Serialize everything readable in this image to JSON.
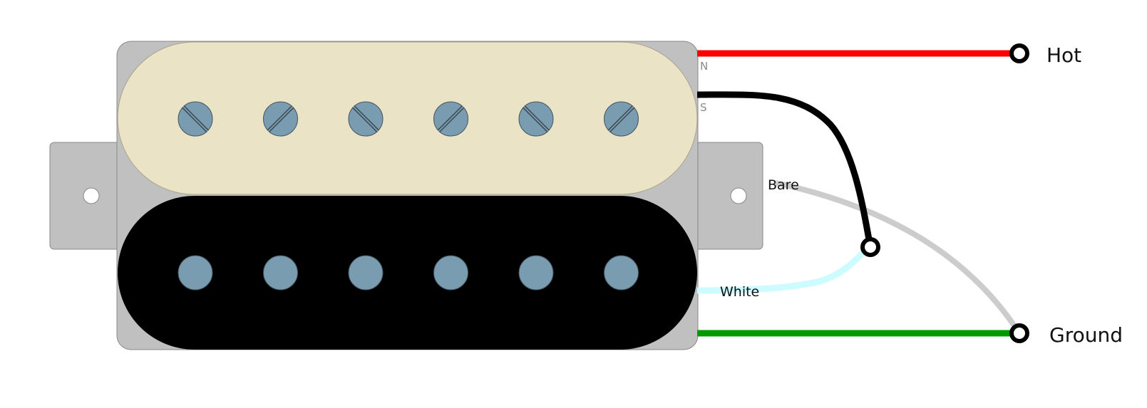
{
  "labels": {
    "hot": "Hot",
    "ground": "Ground",
    "bare": "Bare",
    "white": "White",
    "north": "N",
    "south": "S"
  },
  "colors": {
    "hot_wire": "#ff0000",
    "north_finish_wire": "#000000",
    "bare_wire": "#cccccc",
    "white_wire": "#ccfcff",
    "ground_wire": "#009900",
    "baseplate": "#c0c0c0",
    "top_bobbin": "#ebe3c5",
    "bottom_bobbin": "#000000",
    "pole_piece": "#7a9cb0"
  },
  "pickup": {
    "type": "humbucker",
    "pole_pieces_per_coil": 6,
    "top_coil_pole_type": "screw",
    "bottom_coil_pole_type": "slug"
  }
}
